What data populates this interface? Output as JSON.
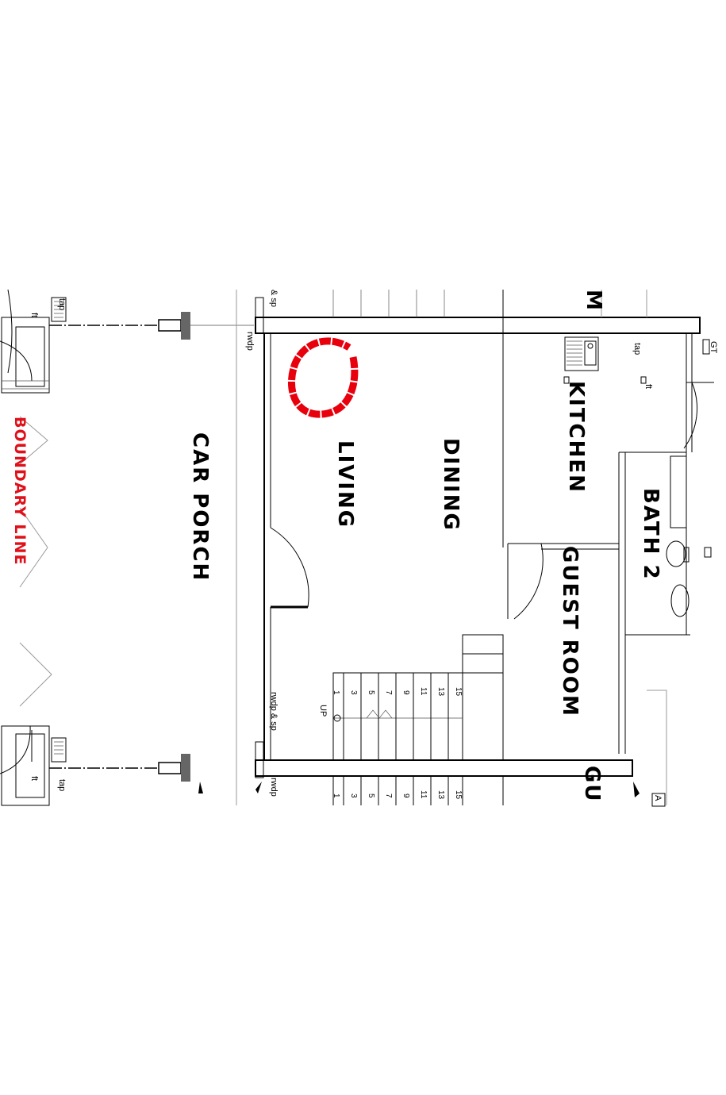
{
  "rooms": {
    "car_porch": "CAR PORCH",
    "living": "LIVING",
    "dining": "DINING",
    "kitchen": "KITCHEN",
    "bath2": "BATH 2",
    "guest_room": "GUEST ROOM",
    "guest_cut": "GU",
    "cut_top": "M"
  },
  "boundary": {
    "label": "BOUNDARY LINE",
    "color": "#e0101a"
  },
  "annotations": {
    "rwdp_sp_top": "& sp",
    "rwdp_top": "rwdp",
    "rwdp_sp_bottom": "rwdp & sp",
    "rwdp_bottom": "rwdp",
    "tap_left_top": "tap",
    "tap_left_bottom": "tap",
    "tap_kitchen": "tap",
    "ft_left_top": "ft",
    "ft_left_bottom": "ft",
    "ft_kitchen": "ft",
    "gt": "GT",
    "up": "UP",
    "a_cut": "A"
  },
  "stair_numbers": [
    "1",
    "3",
    "5",
    "7",
    "9",
    "11",
    "13",
    "15"
  ],
  "marker": {
    "shape": "circle-highlight",
    "color": "#e8000d"
  }
}
